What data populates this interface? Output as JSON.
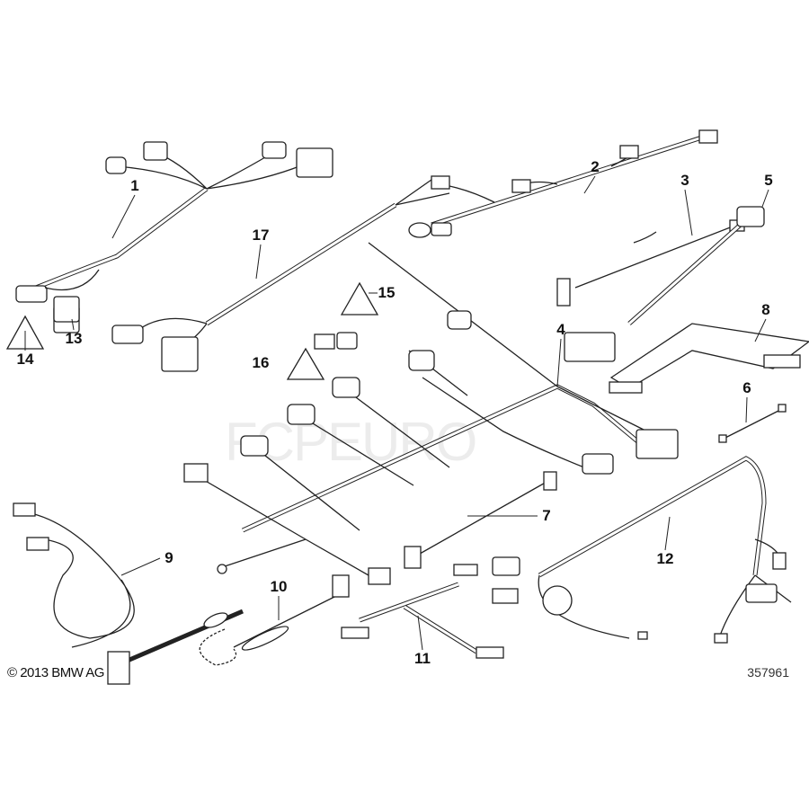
{
  "diagram": {
    "callouts": [
      "1",
      "2",
      "3",
      "4",
      "5",
      "6",
      "7",
      "8",
      "9",
      "10",
      "11",
      "12",
      "13",
      "14",
      "15",
      "16",
      "17"
    ],
    "copyright": "© 2013 BMW AG",
    "reference_number": "357961",
    "watermark": {
      "main": "FCP",
      "suffix": "EURO"
    }
  }
}
